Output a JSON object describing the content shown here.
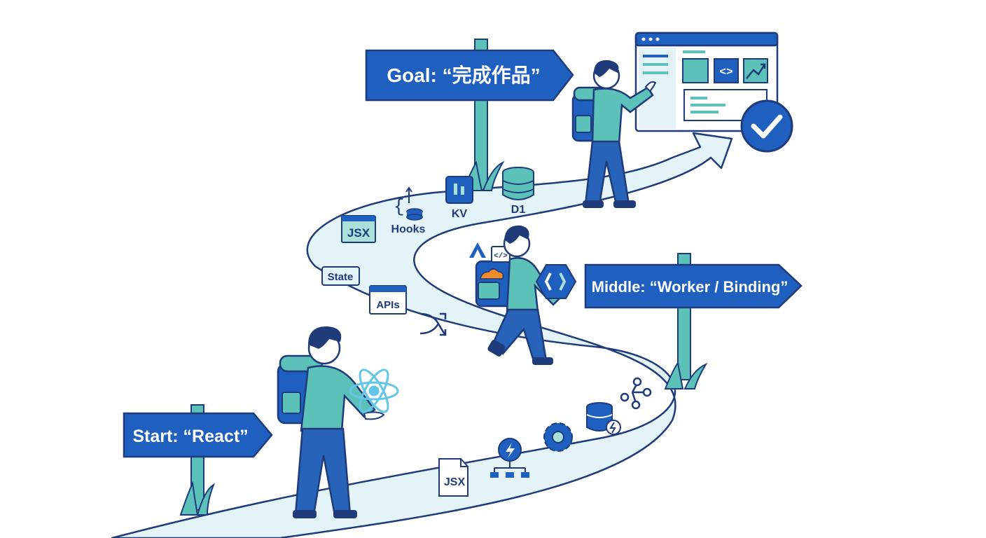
{
  "signs": {
    "start": "Start: “React”",
    "middle": "Middle: “Worker / Binding”",
    "goal": "Goal: “完成作品”"
  },
  "labels": {
    "jsx_top": "JSX",
    "hooks": "Hooks",
    "kv": "KV",
    "d1": "D1",
    "state": "State",
    "apis": "APIs",
    "jsx_file": "JSX"
  },
  "colors": {
    "sign_blue": "#1f5fbf",
    "teal": "#5cc2b9",
    "teal_light": "#a9e0da",
    "path_fill": "#e3f3f7",
    "outline": "#1f3b7a",
    "skin": "#ffffff",
    "pants": "#2763b8",
    "orange": "#f28c28",
    "react_cyan": "#61c6e8"
  },
  "icons": [
    "react-atom-icon",
    "cloudflare-cloud-icon",
    "code-tag-icon",
    "azure-a-icon",
    "bracket-diamond-icon",
    "checkmark-icon",
    "database-icon",
    "gear-icon",
    "lightning-network-icon",
    "git-branch-icon",
    "shuffle-icon",
    "trend-chart-icon"
  ]
}
